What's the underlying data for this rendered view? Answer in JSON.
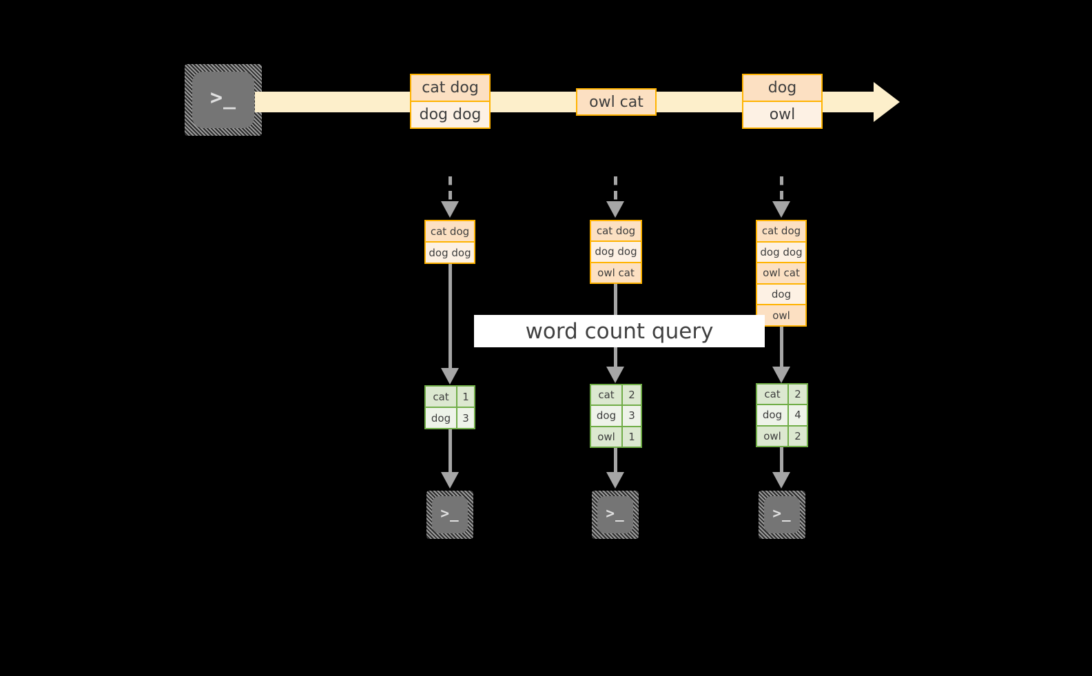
{
  "diagram": {
    "label_banner": {
      "text": "word count query"
    },
    "icons": {
      "terminal_glyph": ">_",
      "source_terminal_name": "terminal-icon",
      "sink_terminal_name": "terminal-icon"
    },
    "stream": {
      "name": "event-stream-arrow",
      "events": [
        {
          "id": "event-1",
          "lines": [
            "cat dog",
            "dog dog"
          ]
        },
        {
          "id": "event-2",
          "lines": [
            "owl cat"
          ]
        },
        {
          "id": "event-3",
          "lines": [
            "dog",
            "owl"
          ]
        }
      ]
    },
    "columns": [
      {
        "id": "column-1",
        "snapshot_lines": [
          "cat dog",
          "dog dog"
        ],
        "result": {
          "rows": [
            {
              "word": "cat",
              "count": "1"
            },
            {
              "word": "dog",
              "count": "3"
            }
          ]
        }
      },
      {
        "id": "column-2",
        "snapshot_lines": [
          "cat dog",
          "dog dog",
          "owl cat"
        ],
        "result": {
          "rows": [
            {
              "word": "cat",
              "count": "2"
            },
            {
              "word": "dog",
              "count": "3"
            },
            {
              "word": "owl",
              "count": "1"
            }
          ]
        }
      },
      {
        "id": "column-3",
        "snapshot_lines": [
          "cat dog",
          "dog dog",
          "owl cat",
          "dog",
          "owl"
        ],
        "result": {
          "rows": [
            {
              "word": "cat",
              "count": "2"
            },
            {
              "word": "dog",
              "count": "4"
            },
            {
              "word": "owl",
              "count": "2"
            }
          ]
        }
      }
    ],
    "colors": {
      "background": "#000000",
      "stream_band": "#FDEFCB",
      "event_border": "#FFB300",
      "event_cell_dark": "#FCE0C2",
      "event_cell_light": "#FDF1E4",
      "result_border": "#70AD47",
      "result_cell_dark": "#DCE8D0",
      "result_cell_light": "#EEF3E9",
      "arrow_gray": "#A6A6A6",
      "terminal_screen": "#757575",
      "banner_background": "#FFFFFF",
      "text": "#3d3d3d"
    }
  }
}
